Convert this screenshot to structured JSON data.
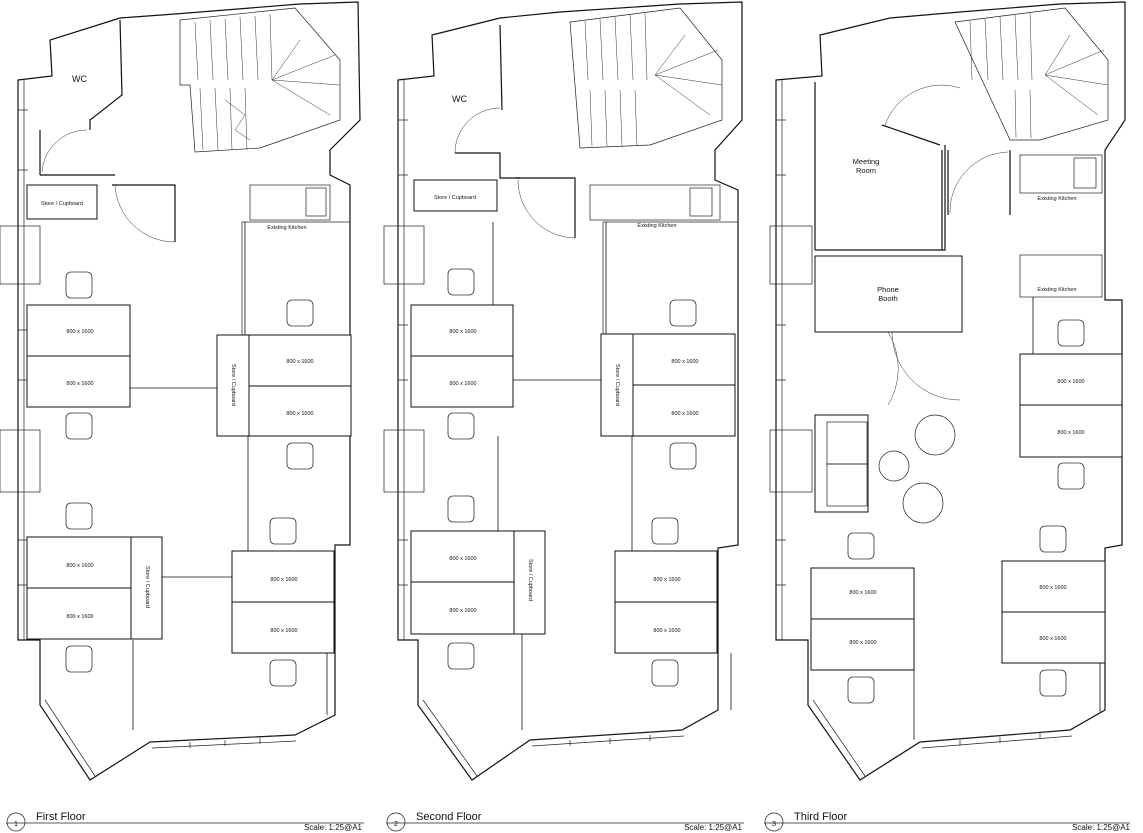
{
  "floors": [
    {
      "number": "1",
      "title": "First Floor",
      "scale": "Scale: 1:25@A1",
      "rooms": {
        "wc": "WC",
        "store_top": "Store / Cupboard",
        "kitchen": "Existing Kitchen",
        "store_v1": "Store / Cupboard",
        "store_v2": "Store / Cupboard"
      },
      "desks": [
        "800 x 1600",
        "800 x 1600",
        "800 x 1600",
        "800 x 1600",
        "800 x 1600",
        "800 x 1600",
        "800 x 1600",
        "800 x 1600"
      ]
    },
    {
      "number": "2",
      "title": "Second Floor",
      "scale": "Scale: 1:25@A1",
      "rooms": {
        "wc": "WC",
        "store_top": "Store / Cupboard",
        "kitchen": "Existing Kitchen",
        "store_v1": "Store / Cupboard",
        "store_v2": "Store / Cupboard"
      },
      "desks": [
        "800 x 1600",
        "800 x 1600",
        "800 x 1600",
        "800 x 1600",
        "800 x 1600",
        "800 x 1600",
        "800 x 1600",
        "800 x 1600"
      ]
    },
    {
      "number": "3",
      "title": "Third Floor",
      "scale": "Scale: 1:25@A1",
      "rooms": {
        "meeting": "Meeting Room",
        "phone": "Phone Booth",
        "kitchen_1": "Existing Kitchen",
        "kitchen_2": "Existing Kitchen"
      },
      "desks": [
        "800 x 1600",
        "800 x 1600",
        "800 x 1600",
        "800 x 1600",
        "800 x 1600",
        "800 x 1600"
      ]
    }
  ]
}
